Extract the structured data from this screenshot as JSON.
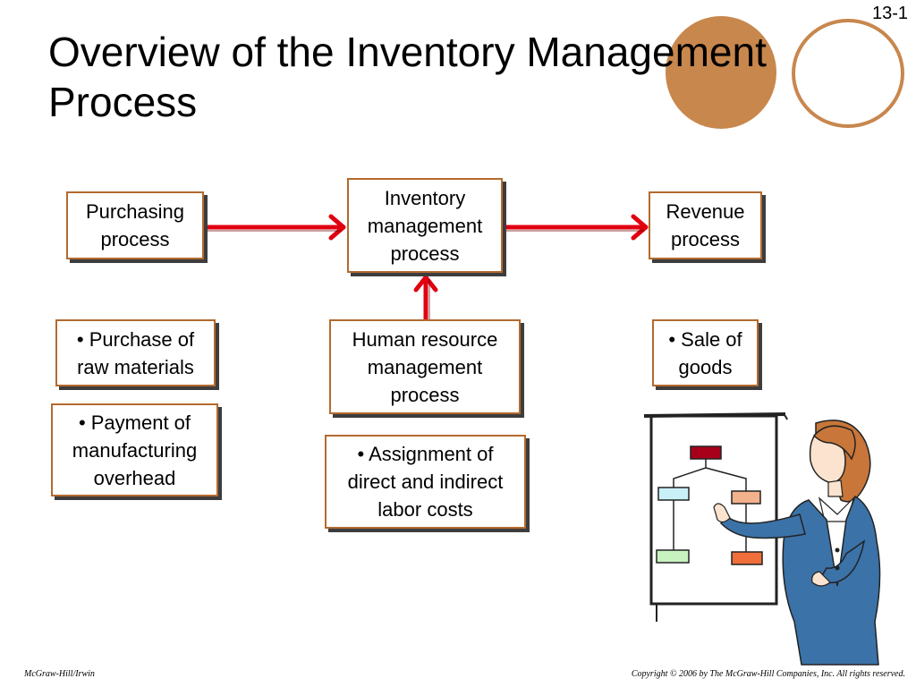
{
  "slide": {
    "number": "13-1",
    "title": "Overview of the Inventory Management Process"
  },
  "diagram": {
    "purchasing": "Purchasing\nprocess",
    "inventory": "Inventory\nmanagement\nprocess",
    "revenue": "Revenue\nprocess",
    "purchase_raw": "• Purchase of\nraw materials",
    "payment_overhead": "• Payment of\nmanufacturing\noverhead",
    "human_resource": "Human resource\nmanagement\nprocess",
    "assignment": "• Assignment of\ndirect and indirect\nlabor costs",
    "sale_goods": "• Sale of\ngoods"
  },
  "colors": {
    "box_border": "#b36a2e",
    "arrow": "#e0000f",
    "accent_circle": "#c8874d"
  },
  "icons": [
    "presenter-clipart"
  ],
  "footer": {
    "left": "McGraw-Hill/Irwin",
    "right": "Copyright © 2006 by The McGraw-Hill Companies, Inc. All rights reserved."
  }
}
